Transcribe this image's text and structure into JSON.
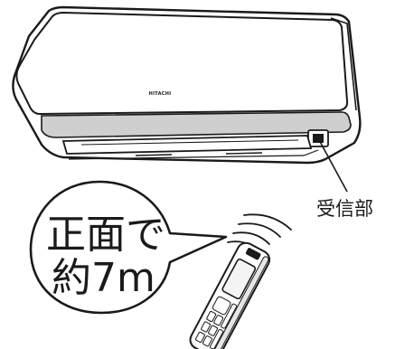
{
  "air_conditioner": {
    "brand": "HITACHI"
  },
  "labels": {
    "receiver": "受信部"
  },
  "callout": {
    "line1": "正面で",
    "line2": "約7m"
  },
  "colors": {
    "outline": "#1a1a1a",
    "panel_grey": "#cfcfcf",
    "background": "#ffffff"
  }
}
